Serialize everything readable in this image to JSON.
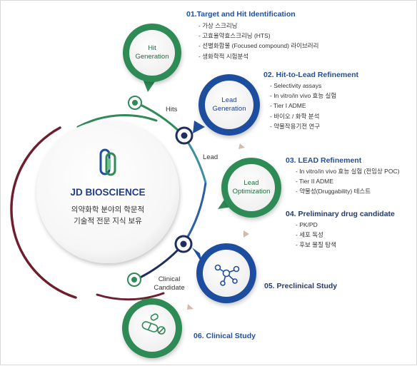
{
  "colors": {
    "green": "#2e8b57",
    "green_dark": "#1e6b3e",
    "blue": "#1f4e9e",
    "navy": "#1e2f5e",
    "maroon": "#6e1e2e",
    "heading_blue": "#1f4e9e",
    "heading_navy": "#243a6e"
  },
  "brand": {
    "name": "JD BIOSCIENCE",
    "tagline_1": "의약화학 분야의 학문적",
    "tagline_2": "기술적 전문 지식 보유"
  },
  "nodes": {
    "hit": "Hit\nGeneration",
    "lead": "Lead\nGeneration",
    "lead_opt": "Lead\nOptimization",
    "preclinical_icon": "molecule-icon",
    "clinical_icon": "capsule-icon"
  },
  "milestones": {
    "hits": "Hits",
    "lead": "Lead",
    "clinical": "Clinical\nCandidate"
  },
  "stages": [
    {
      "title": "01.Target and Hit Identification",
      "items": [
        "가상 스크리닝",
        "고효율약효스크리닝 (HTS)",
        "선별화합물 (Focused compound) 라이브러리",
        "생화학적 시험분석"
      ]
    },
    {
      "title": "02. Hit-to-Lead Refinement",
      "items": [
        "Selectivity assays",
        "In vitro/in vivo 효능 실험",
        "Tier I ADME",
        "바이오 / 화학 분석",
        "약물작용기전 연구"
      ]
    },
    {
      "title": "03. LEAD Refinement",
      "items": [
        "In vitro/in vivo 효능 실험 (전임상 POC)",
        "Tier II ADME",
        "약물성(Druggability) 테스트"
      ]
    },
    {
      "title": "04. Preliminary drug candidate",
      "items": [
        "PK/PD",
        "세포 독성",
        "후보 물질 탐색"
      ]
    },
    {
      "title": "05. Preclinical Study",
      "items": []
    },
    {
      "title": "06. Clinical Study",
      "items": []
    }
  ]
}
